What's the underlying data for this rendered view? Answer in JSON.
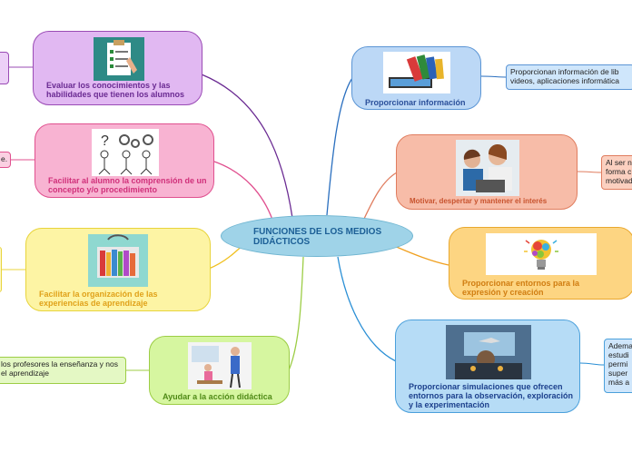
{
  "center": {
    "title": "FUNCIONES DE LOS MEDIOS DIDÁCTICOS",
    "color": "#9fd3e8",
    "text_color": "#1c5f96"
  },
  "branches": [
    {
      "id": "proporcionar-informacion",
      "side": "right",
      "label": "Proporcionar información",
      "fill": "#bcd8f6",
      "border": "#5b95d5",
      "text_color": "#2a4f9a",
      "image": "books-and-tablet",
      "leaf": "Proporcionan información de lib videos, aplicaciones informática"
    },
    {
      "id": "motivar",
      "side": "right",
      "label": "Motivar, despertar y mantener el interés",
      "fill": "#f7bca8",
      "border": "#e07d5f",
      "text_color": "#c8532e",
      "image": "students-at-laptop",
      "leaf": "Al ser n forma c motivad"
    },
    {
      "id": "entornos-expresion",
      "side": "right",
      "label": "Proporcionar entornos para la expresión y creación",
      "fill": "#fdd582",
      "border": "#e9a82e",
      "text_color": "#d07d11",
      "image": "colorful-lightbulb",
      "leaf": ""
    },
    {
      "id": "simulaciones",
      "side": "right",
      "label": "Proporcionar simulaciones que ofrecen entornos para la observación, exploración y la experimentación",
      "fill": "#b6dcf6",
      "border": "#4ba0db",
      "text_color": "#1b3f8c",
      "image": "flight-simulator",
      "leaf": "Adema estudi permi super más a"
    },
    {
      "id": "evaluar",
      "side": "left",
      "label": "Evaluar los conocimientos y las habilidades que tienen los alumnos",
      "fill": "#e1b8f2",
      "border": "#9a4bb5",
      "text_color": "#6a2a92",
      "image": "clipboard-checklist",
      "leaf": ""
    },
    {
      "id": "comprension",
      "side": "left",
      "label": "Facilitar al alumno la comprensión de un concepto y/o procedimiento",
      "fill": "#f8b3d2",
      "border": "#e0508f",
      "text_color": "#d0307a",
      "image": "thinking-figures",
      "leaf": "e."
    },
    {
      "id": "organizacion",
      "side": "left",
      "label": "Facilitar la organización de las experiencias de aprendizaje",
      "fill": "#fdf4a4",
      "border": "#e8d43c",
      "text_color": "#e0a21a",
      "image": "books-on-shelf",
      "leaf": ""
    },
    {
      "id": "accion-didactica",
      "side": "left",
      "label": "Ayudar a la acción didáctica",
      "fill": "#d6f6a0",
      "border": "#9ccd45",
      "text_color": "#4f8a16",
      "image": "teacher-and-student",
      "leaf": "los profesores la enseñanza y nos el aprendizaje"
    }
  ]
}
